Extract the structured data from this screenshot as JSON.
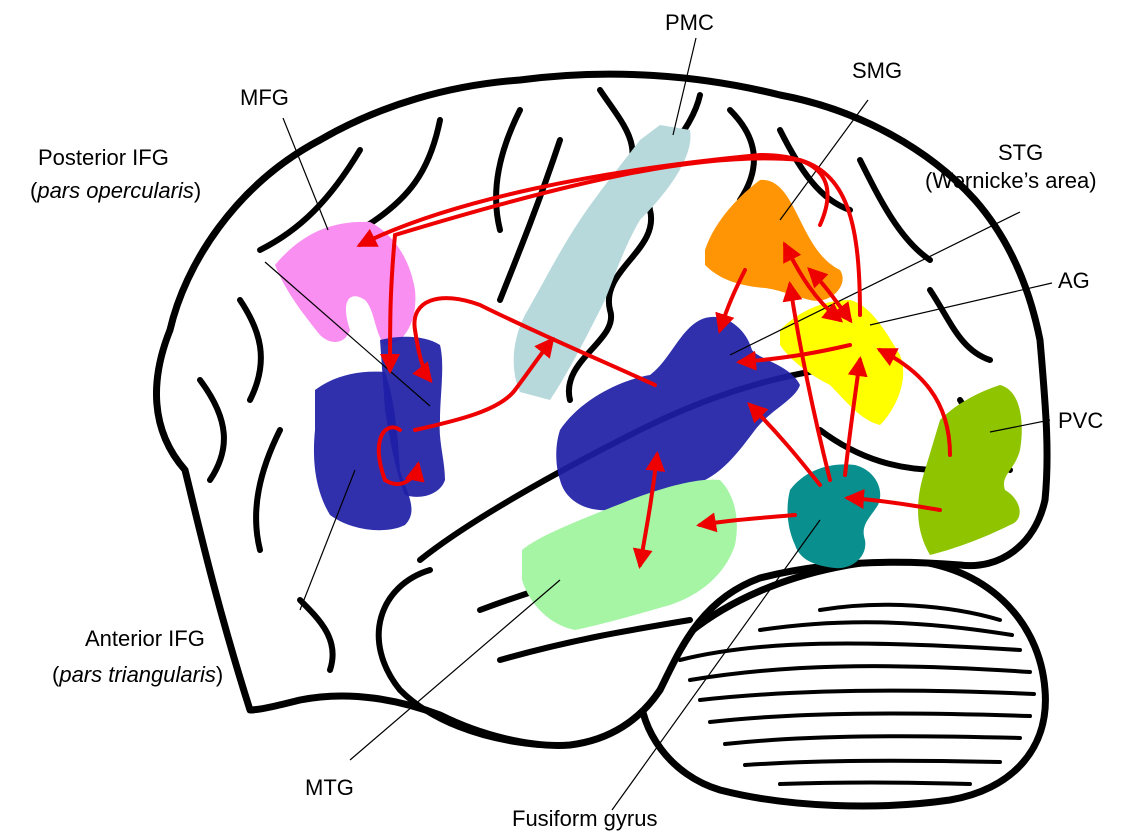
{
  "regions": {
    "pmc": {
      "label": "PMC",
      "color": "#b7d9dc"
    },
    "smg": {
      "label": "SMG",
      "color": "#ff9505"
    },
    "mfg": {
      "label": "MFG",
      "color": "#f98ff0"
    },
    "posterior_ifg": {
      "label": "Posterior IFG",
      "sublabel": "pars opercularis",
      "color": "#1e1ea6"
    },
    "stg": {
      "label": "STG",
      "sublabel": "(Wernicke’s area)",
      "color": "#1e1ea6"
    },
    "ag": {
      "label": "AG",
      "color": "#ffff00"
    },
    "pvc": {
      "label": "PVC",
      "color": "#8fc400"
    },
    "anterior_ifg": {
      "label": "Anterior IFG",
      "sublabel": "pars triangularis",
      "color": "#1e1ea6"
    },
    "mtg": {
      "label": "MTG",
      "color": "#a5f5a5"
    },
    "fusiform": {
      "label": "Fusiform gyrus",
      "color": "#0a8f8f"
    }
  },
  "colors": {
    "arrow": "#ee0000",
    "outline": "#000000"
  }
}
